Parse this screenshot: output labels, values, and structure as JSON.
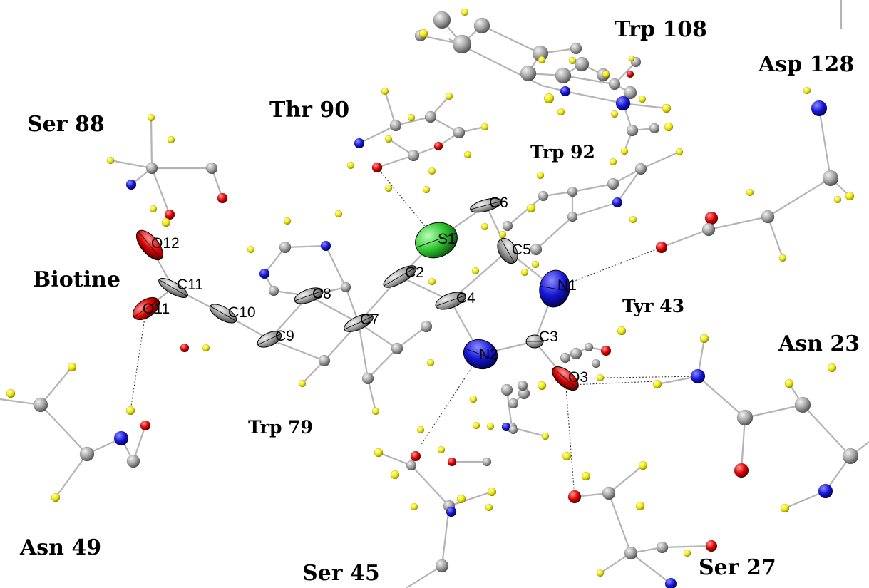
{
  "colors": {
    "carbon": "#9a9a9a",
    "hydrogen": "#f2ea00",
    "nitrogen": "#1515d6",
    "oxygen": "#dd0000",
    "sulfur": "#2fc42f",
    "bond": "#b4b4b4"
  },
  "residues": {
    "trp108": "Trp 108",
    "asp128": "Asp 128",
    "ser88": "Ser 88",
    "thr90": "Thr 90",
    "trp92": "Trp 92",
    "biotine": "Biotine",
    "tyr43": "Tyr 43",
    "asn23": "Asn 23",
    "trp79": "Trp 79",
    "asn49": "Asn 49",
    "ser45": "Ser 45",
    "ser27": "Ser 27"
  },
  "atoms": {
    "s1": "S1",
    "c6": "C6",
    "c5": "C5",
    "n1": "N1",
    "c2": "C2",
    "c4": "C4",
    "c3": "C3",
    "n2": "N2",
    "o3": "O3",
    "c7": "C7",
    "c8": "C8",
    "c9": "C9",
    "c10": "C10",
    "c11": "C11",
    "o11": "O11",
    "o12": "O12"
  }
}
